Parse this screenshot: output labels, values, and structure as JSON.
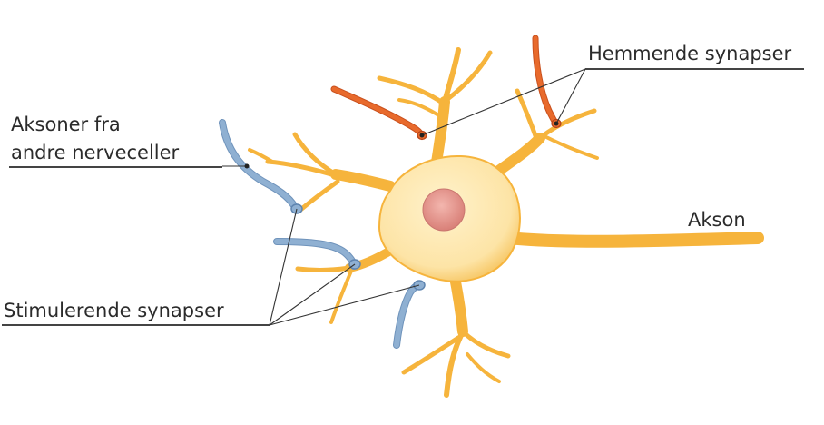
{
  "labels": {
    "inhibitory_synapses": "Hemmende synapser",
    "axons_from_line1": "Aksoner fra",
    "axons_from_line2": "andre nerveceller",
    "axon": "Akson",
    "excitatory_synapses": "Stimulerende synapser"
  },
  "colors": {
    "cell_body": "#fde4a6",
    "dendrite": "#f6b43c",
    "nucleus": "#e79a92",
    "incoming_axon": "#8fb0d2",
    "inhibitory_axon": "#e86a2c"
  }
}
